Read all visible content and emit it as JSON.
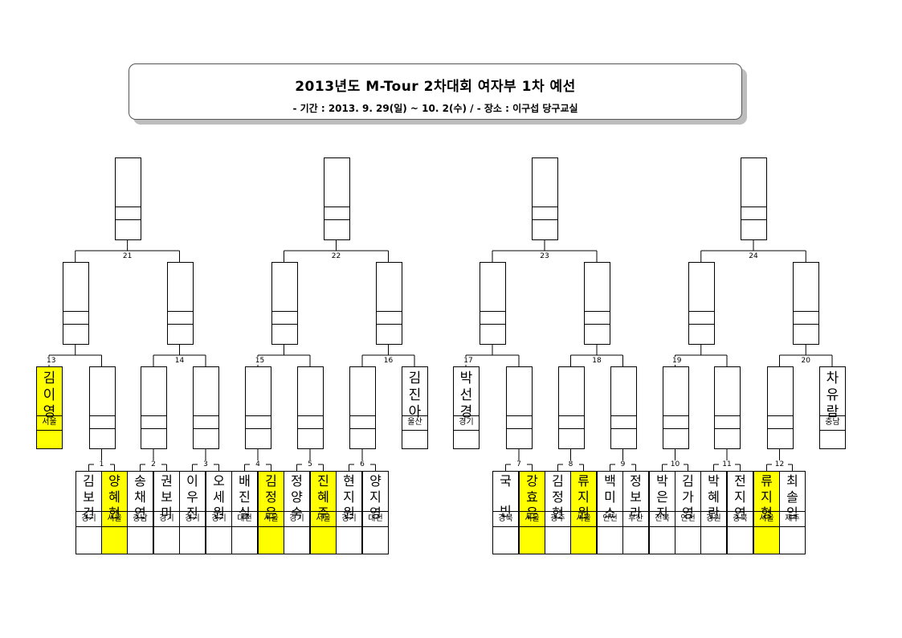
{
  "header": {
    "title": "2013년도 M-Tour 2차대회 여자부 1차 예선",
    "subtitle": "- 기간 : 2013. 9. 29(일) ~ 10. 2(수)  /  - 장소 : 이구섭 당구교실"
  },
  "players": [
    {
      "name": "김보건",
      "region": "경기",
      "hl": false
    },
    {
      "name": "양혜현",
      "region": "서울",
      "hl": true
    },
    {
      "name": "송채연",
      "region": "충남",
      "hl": false
    },
    {
      "name": "권보미",
      "region": "경기",
      "hl": false
    },
    {
      "name": "이우진",
      "region": "경기",
      "hl": false
    },
    {
      "name": "오세원",
      "region": "경기",
      "hl": false
    },
    {
      "name": "배진실",
      "region": "대전",
      "hl": false
    },
    {
      "name": "김정은",
      "region": "서울",
      "hl": true
    },
    {
      "name": "정양숙",
      "region": "경기",
      "hl": false
    },
    {
      "name": "진혜주",
      "region": "서울",
      "hl": true
    },
    {
      "name": "현지원",
      "region": "경기",
      "hl": false
    },
    {
      "name": "양지영",
      "region": "대전",
      "hl": false
    },
    {
      "name": "국 빈",
      "region": "경북",
      "hl": false
    },
    {
      "name": "강효은",
      "region": "서울",
      "hl": true
    },
    {
      "name": "김정현",
      "region": "광주",
      "hl": false
    },
    {
      "name": "류지원",
      "region": "서울",
      "hl": true
    },
    {
      "name": "백미소",
      "region": "인천",
      "hl": false
    },
    {
      "name": "정보라",
      "region": "부산",
      "hl": false
    },
    {
      "name": "박은지",
      "region": "전북",
      "hl": false
    },
    {
      "name": "김가영",
      "region": "인천",
      "hl": false
    },
    {
      "name": "박혜란",
      "region": "강원",
      "hl": false
    },
    {
      "name": "전지연",
      "region": "충북",
      "hl": false
    },
    {
      "name": "류지형",
      "region": "서울",
      "hl": true
    },
    {
      "name": "최솔입",
      "region": "제주",
      "hl": false
    }
  ],
  "byes": [
    {
      "name": "김이영",
      "region": "서울",
      "hl": true
    },
    {
      "name": "김진아",
      "region": "울산",
      "hl": false
    },
    {
      "name": "박선경",
      "region": "경기",
      "hl": false
    },
    {
      "name": "차유람",
      "region": "충남",
      "hl": false
    }
  ],
  "match_numbers": {
    "r1": [
      "1",
      "2",
      "3",
      "4",
      "5",
      "6",
      "7",
      "8",
      "9",
      "10",
      "11",
      "12"
    ],
    "r2": [
      "13",
      "14",
      "15",
      "16",
      "17",
      "18",
      "19",
      "20"
    ],
    "r3": [
      "21",
      "22",
      "23",
      "24"
    ]
  }
}
